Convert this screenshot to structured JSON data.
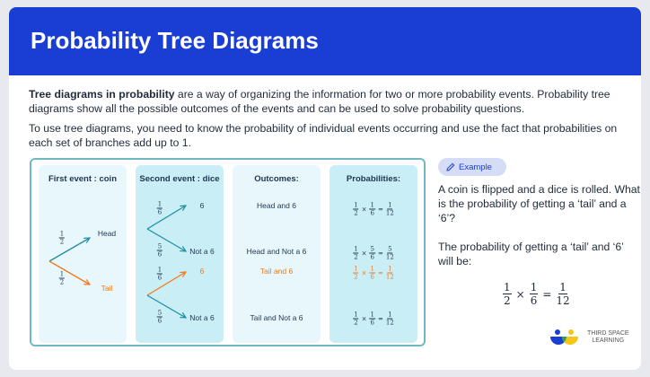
{
  "header": {
    "title": "Probability Tree Diagrams"
  },
  "intro": {
    "bold": "Tree diagrams in probability",
    "p1_rest": " are a way of organizing the information for two or more probability events. Probability tree diagrams show all the possible outcomes of the events and can be used to solve probability questions.",
    "p2": "To use tree diagrams, you need to know the probability of individual events occurring and use the fact that probabilities on each set of branches add up to 1."
  },
  "diagram": {
    "headers": [
      "First event : coin",
      "Second event : dice",
      "Outcomes:",
      "Probabilities:"
    ],
    "coin": {
      "head": "Head",
      "tail": "Tail",
      "p_head": [
        "1",
        "2"
      ],
      "p_tail": [
        "1",
        "2"
      ]
    },
    "dice": {
      "labels": [
        "6",
        "Not a 6",
        "6",
        "Not a 6"
      ],
      "probs": [
        [
          "1",
          "6"
        ],
        [
          "5",
          "6"
        ],
        [
          "1",
          "6"
        ],
        [
          "5",
          "6"
        ]
      ]
    },
    "outcomes": [
      "Head and 6",
      "Head and Not a 6",
      "Tail and 6",
      "Tail and Not a 6"
    ],
    "probabilities": [
      [
        [
          "1",
          "2"
        ],
        [
          "1",
          "6"
        ],
        [
          "1",
          "12"
        ]
      ],
      [
        [
          "1",
          "2"
        ],
        [
          "5",
          "6"
        ],
        [
          "5",
          "12"
        ]
      ],
      [
        [
          "1",
          "2"
        ],
        [
          "1",
          "6"
        ],
        [
          "1",
          "12"
        ]
      ],
      [
        [
          "1",
          "2"
        ],
        [
          "1",
          "6"
        ],
        [
          "1",
          "12"
        ]
      ]
    ],
    "colors": {
      "teal": "#1f8fa3",
      "orange": "#f07a1a"
    }
  },
  "example": {
    "badge": "Example",
    "question": "A coin is flipped and a dice is rolled. What is the probability of getting a ‘tail’ and a ‘6’?",
    "answer": "The probability of getting a ‘tail’ and ‘6’ will be:",
    "equation": [
      [
        "1",
        "2"
      ],
      [
        "1",
        "6"
      ],
      [
        "1",
        "12"
      ]
    ]
  },
  "logo": {
    "line1": "THIRD SPACE",
    "line2": "LEARNING"
  }
}
